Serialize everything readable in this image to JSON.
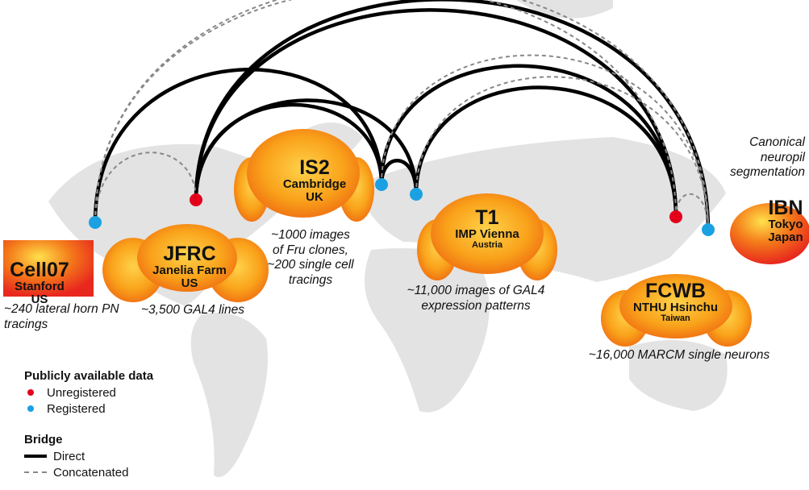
{
  "sites": [
    {
      "id": "cell07",
      "name": "Cell07",
      "place": "Stanford",
      "country": "US",
      "status": "registered",
      "description": "~240 lateral horn PN tracings"
    },
    {
      "id": "jfrc",
      "name": "JFRC",
      "place": "Janelia Farm",
      "country": "US",
      "status": "unregistered",
      "description": "~3,500 GAL4 lines"
    },
    {
      "id": "is2",
      "name": "IS2",
      "place": "Cambridge",
      "country": "UK",
      "status": "registered",
      "description": "~1000 images of Fru clones, ~200 single cell tracings"
    },
    {
      "id": "t1",
      "name": "T1",
      "place": "IMP Vienna",
      "country": "Austria",
      "status": "registered",
      "description": "~11,000 images of GAL4 expression patterns"
    },
    {
      "id": "fcwb",
      "name": "FCWB",
      "place": "NTHU Hsinchu",
      "country": "Taiwan",
      "status": "unregistered",
      "description": "~16,000 MARCM single neurons"
    },
    {
      "id": "ibn",
      "name": "IBN",
      "place": "Tokyo",
      "country": "Japan",
      "status": "registered",
      "description": "Canonical neuropil segmentation"
    }
  ],
  "bridges": [
    {
      "from": "cell07",
      "to": "is2",
      "type": "direct"
    },
    {
      "from": "jfrc",
      "to": "is2",
      "type": "direct"
    },
    {
      "from": "jfrc",
      "to": "t1",
      "type": "direct"
    },
    {
      "from": "jfrc",
      "to": "fcwb",
      "type": "direct"
    },
    {
      "from": "jfrc",
      "to": "ibn",
      "type": "direct"
    },
    {
      "from": "is2",
      "to": "t1",
      "type": "direct"
    },
    {
      "from": "is2",
      "to": "fcwb",
      "type": "direct"
    },
    {
      "from": "t1",
      "to": "fcwb",
      "type": "direct"
    },
    {
      "from": "cell07",
      "to": "jfrc",
      "type": "concatenated"
    },
    {
      "from": "cell07",
      "to": "fcwb",
      "type": "concatenated"
    },
    {
      "from": "cell07",
      "to": "ibn",
      "type": "concatenated"
    },
    {
      "from": "is2",
      "to": "ibn",
      "type": "concatenated"
    },
    {
      "from": "t1",
      "to": "ibn",
      "type": "concatenated"
    },
    {
      "from": "fcwb",
      "to": "ibn",
      "type": "concatenated"
    }
  ],
  "legend": {
    "data_title": "Publicly available data",
    "unregistered": "Unregistered",
    "registered": "Registered",
    "bridge_title": "Bridge",
    "direct": "Direct",
    "concatenated": "Concatenated"
  },
  "colors": {
    "unregistered": "#e3001b",
    "registered": "#1ba1e2",
    "map": "#e3e3e3",
    "direct": "#000000",
    "concatenated": "#888888"
  }
}
